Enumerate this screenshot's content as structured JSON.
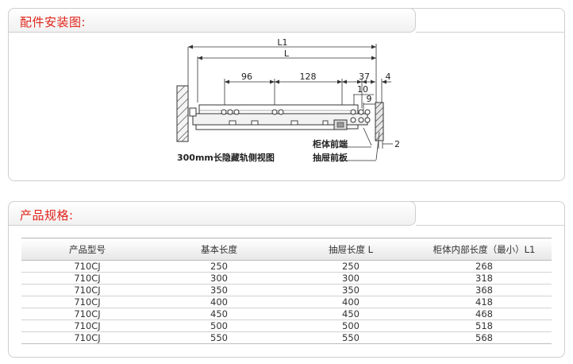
{
  "install": {
    "title": "配件安装图:",
    "diagram": {
      "dim_L1": "L1",
      "dim_L": "L",
      "dim_96": "96",
      "dim_128": "128",
      "dim_37": "37",
      "dim_4": "4",
      "dim_10": "10",
      "dim_9": "9",
      "dim_2": "2",
      "label_cabinet_front": "柜体前端",
      "label_drawer_front": "抽屉前板",
      "caption": "300mm长隐藏轨侧视图"
    }
  },
  "spec": {
    "title": "产品规格:",
    "headers": [
      "产品型号",
      "基本长度",
      "抽屉长度 L",
      "柜体内部长度（最小）L1"
    ],
    "rows": [
      [
        "710CJ",
        "250",
        "250",
        "268"
      ],
      [
        "710CJ",
        "300",
        "300",
        "318"
      ],
      [
        "710CJ",
        "350",
        "350",
        "368"
      ],
      [
        "710CJ",
        "400",
        "400",
        "418"
      ],
      [
        "710CJ",
        "450",
        "450",
        "468"
      ],
      [
        "710CJ",
        "500",
        "500",
        "518"
      ],
      [
        "710CJ",
        "550",
        "550",
        "568"
      ]
    ]
  }
}
